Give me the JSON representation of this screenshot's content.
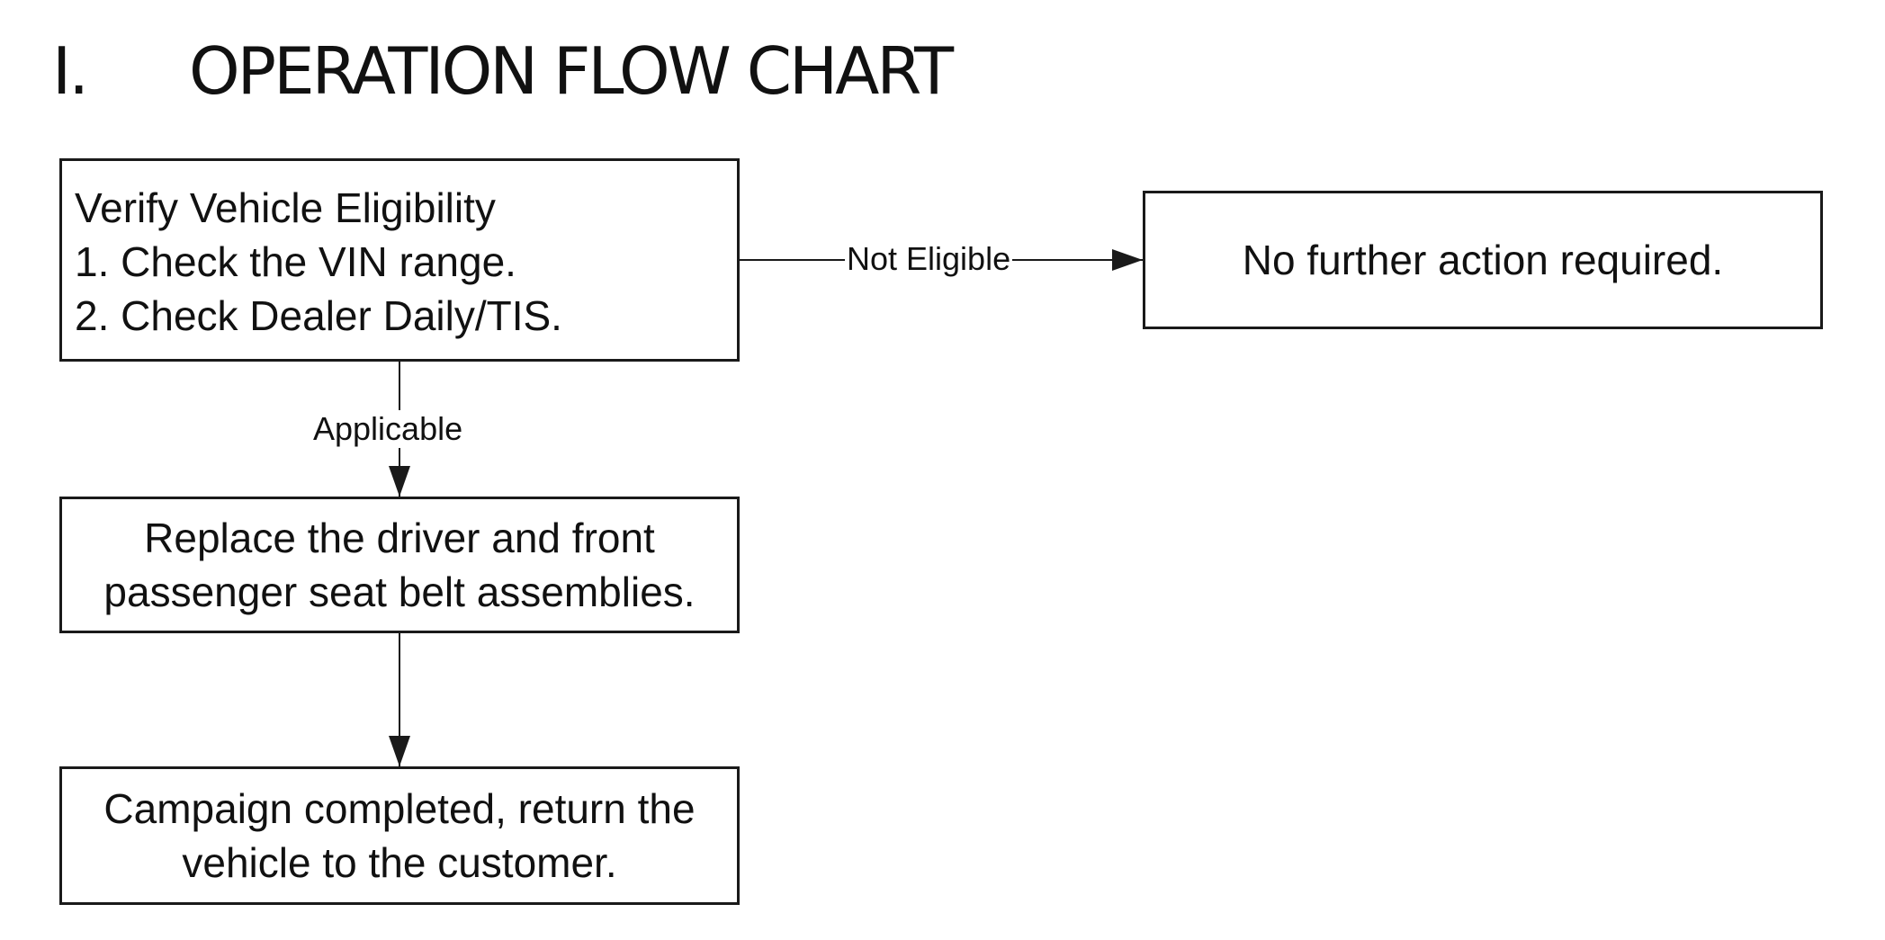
{
  "heading": {
    "number": "I.",
    "title": "OPERATION FLOW CHART"
  },
  "nodes": {
    "verify": {
      "lines": [
        "Verify Vehicle Eligibility",
        "1. Check the VIN range.",
        "2. Check Dealer Daily/TIS."
      ]
    },
    "no_further": {
      "lines": [
        "No further action required."
      ]
    },
    "replace": {
      "lines": [
        "Replace the driver and front",
        "passenger seat belt assemblies."
      ]
    },
    "campaign": {
      "lines": [
        "Campaign completed, return the",
        "vehicle to the customer."
      ]
    }
  },
  "edges": {
    "not_eligible": "Not Eligible",
    "applicable": "Applicable"
  }
}
